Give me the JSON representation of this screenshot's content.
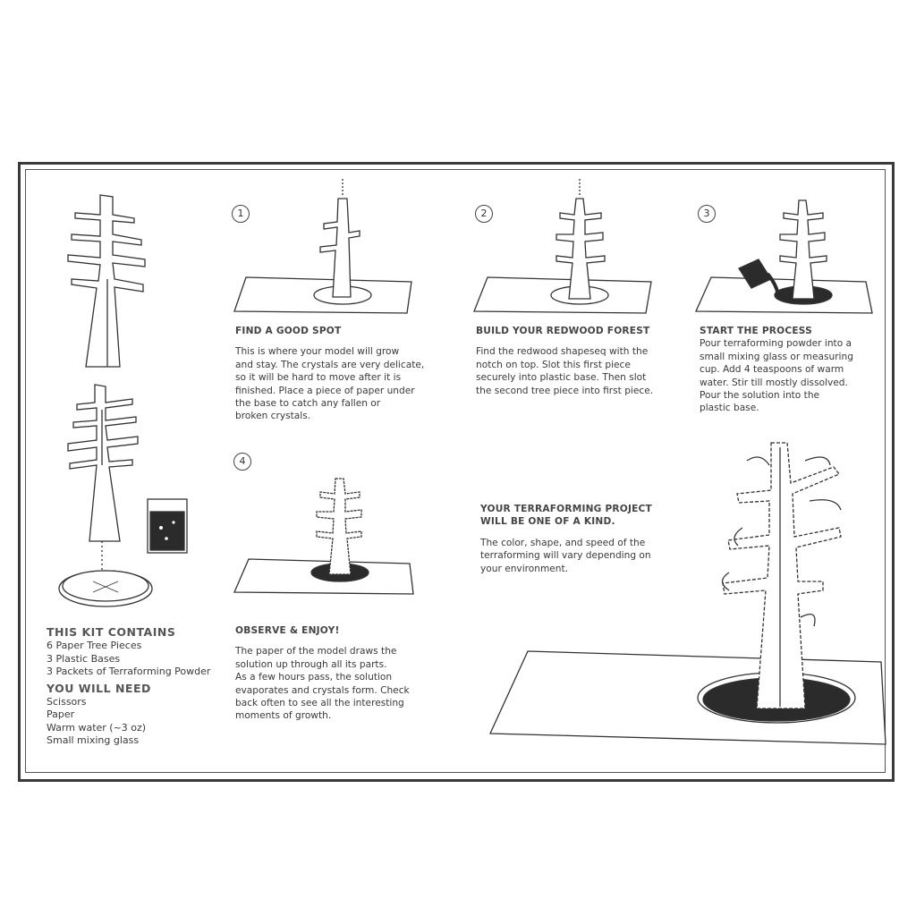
{
  "steps": [
    {
      "number": "1",
      "title": "FIND A GOOD SPOT",
      "lines": [
        "This is where your model will grow",
        "and stay. The crystals are very delicate,",
        "so it will be hard to move after it is",
        "finished. Place a piece of paper under",
        "the base to catch any fallen or",
        "broken crystals."
      ]
    },
    {
      "number": "2",
      "title": "BUILD YOUR REDWOOD FOREST",
      "lines": [
        "Find the redwood shapeseq with the",
        "notch on top. Slot this first piece",
        "securely into plastic base. Then slot",
        "the second tree piece into first piece."
      ]
    },
    {
      "number": "3",
      "title": "START THE PROCESS",
      "lines": [
        "Pour terraforming powder into a",
        "small mixing glass or measuring",
        "cup. Add 4 teaspoons of warm",
        "water. Stir till mostly dissolved.",
        "Pour the solution into the",
        "plastic base."
      ]
    },
    {
      "number": "4",
      "title": "OBSERVE & ENJOY!",
      "lines": [
        "The paper of the model draws the",
        "solution up through all its parts.",
        "As a few hours pass, the solution",
        "evaporates and crystals form. Check",
        "back often to see all the interesting",
        "moments of growth."
      ]
    }
  ],
  "project": {
    "title_lines": [
      "YOUR TERRAFORMING PROJECT",
      "WILL BE ONE OF A KIND."
    ],
    "lines": [
      "The color, shape, and speed of the",
      "terraforming will vary depending on",
      "your environment."
    ]
  },
  "kit": {
    "title": "THIS KIT CONTAINS",
    "items": [
      "6 Paper Tree Pieces",
      "3 Plastic Bases",
      "3 Packets of Terraforming Powder"
    ]
  },
  "need": {
    "title": "YOU WILL NEED",
    "items": [
      "Scissors",
      "Paper",
      "Warm water (~3 oz)",
      "Small mixing glass"
    ]
  }
}
